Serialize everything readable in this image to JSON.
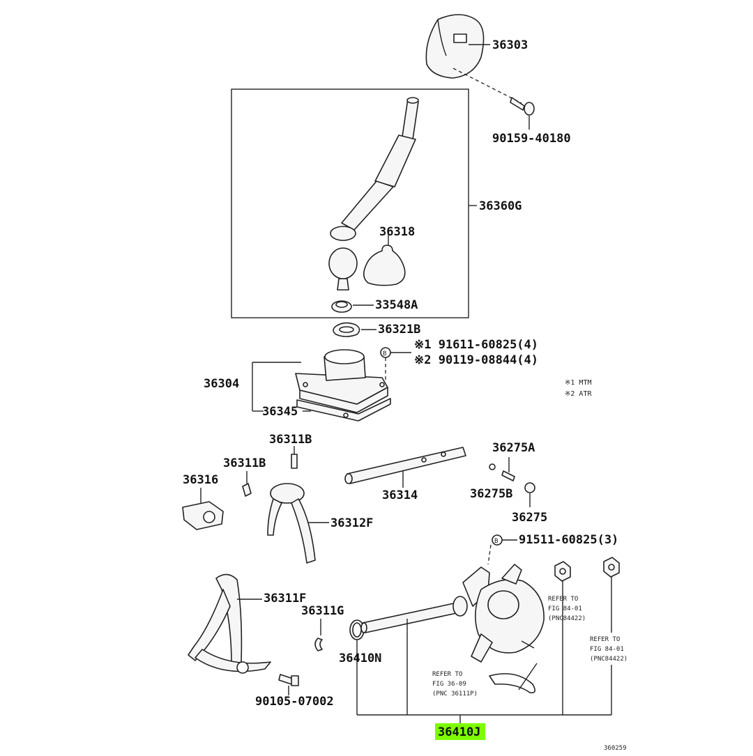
{
  "labels": {
    "p36303": "36303",
    "p90159_40180": "90159-40180",
    "p36360G": "36360G",
    "p36318": "36318",
    "p33548A": "33548A",
    "p36321B": "36321B",
    "p91611": "※1 91611-60825(4)",
    "p90119": "※2 90119-08844(4)",
    "note1": "※1 MTM",
    "note2": "※2 ATR",
    "p36304": "36304",
    "p36345": "36345",
    "p36311B_top": "36311B",
    "p36311B": "36311B",
    "p36316": "36316",
    "p36312F": "36312F",
    "p36314": "36314",
    "p36275A": "36275A",
    "p36275B": "36275B",
    "p36275": "36275",
    "p91511": "91511-60825(3)",
    "p36311F": "36311F",
    "p36311G": "36311G",
    "p36410N": "36410N",
    "p90105": "90105-07002",
    "p36410J": "36410J",
    "fig_id": "360259"
  },
  "refs": {
    "ref_a": [
      "REFER TO",
      "FIG 84-01",
      "(PNC84422)"
    ],
    "ref_b": [
      "REFER TO",
      "FIG 84-01",
      "(PNC84422)"
    ],
    "ref_c": [
      "REFER TO",
      "FIG 36-09",
      "(PNC 36111P)"
    ]
  },
  "callout_letter": "B",
  "colors": {
    "highlight": "#7CFC00",
    "ink": "#222222"
  }
}
